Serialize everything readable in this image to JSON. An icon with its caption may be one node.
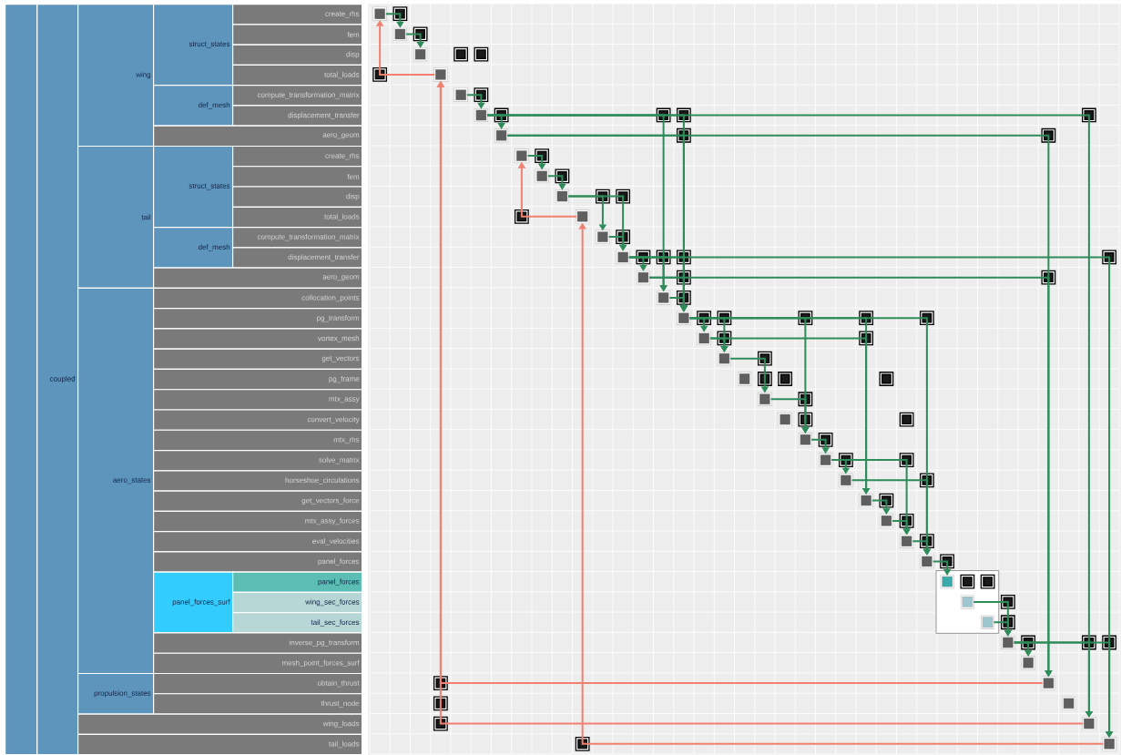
{
  "diagram": {
    "nodes": [
      {
        "text": [
          "coupled"
        ]
      },
      {
        "text": [
          "wing"
        ]
      },
      {
        "text": [
          "struct_states"
        ]
      },
      {
        "text": [
          "create_rhs"
        ]
      },
      {
        "text": [
          "fem"
        ]
      },
      {
        "text": [
          "disp"
        ]
      },
      {
        "text": [
          "total_loads"
        ]
      },
      {
        "text": [
          "def_mesh"
        ]
      },
      {
        "text": [
          "compute_transformation_matrix"
        ]
      },
      {
        "text": [
          "displacement_transfer"
        ]
      },
      {
        "text": [
          "aero_geom"
        ]
      },
      {
        "text": [
          "tail"
        ]
      },
      {
        "text": [
          "struct_states"
        ]
      },
      {
        "text": [
          "create_rhs"
        ]
      },
      {
        "text": [
          "fem"
        ]
      },
      {
        "text": [
          "disp"
        ]
      },
      {
        "text": [
          "total_loads"
        ]
      },
      {
        "text": [
          "def_mesh"
        ]
      },
      {
        "text": [
          "compute_transformation_matrix"
        ]
      },
      {
        "text": [
          "displacement_transfer"
        ]
      },
      {
        "text": [
          "aero_geom"
        ]
      },
      {
        "text": [
          "aero_states"
        ]
      },
      {
        "text": [
          "collocation_points"
        ]
      },
      {
        "text": [
          "pg_transform"
        ]
      },
      {
        "text": [
          "vortex_mesh"
        ]
      },
      {
        "text": [
          "get_vectors"
        ]
      },
      {
        "text": [
          "pg_frame"
        ]
      },
      {
        "text": [
          "mtx_assy"
        ]
      },
      {
        "text": [
          "convert_velocity"
        ]
      },
      {
        "text": [
          "mtx_rhs"
        ]
      },
      {
        "text": [
          "solve_matrix"
        ]
      },
      {
        "text": [
          "horseshoe_circulations"
        ]
      },
      {
        "text": [
          "get_vectors_force"
        ]
      },
      {
        "text": [
          "mtx_assy_forces"
        ]
      },
      {
        "text": [
          "eval_velocities"
        ]
      },
      {
        "text": [
          "panel_forces"
        ]
      },
      {
        "text": [
          "panel_forces_surf"
        ]
      },
      {
        "text": [
          "panel_forces"
        ]
      },
      {
        "text": [
          "wing_sec_forces"
        ]
      },
      {
        "text": [
          "tail_sec_forces"
        ]
      },
      {
        "text": [
          "inverse_pg_transform"
        ]
      },
      {
        "text": [
          "mesh_point_forces_surf"
        ]
      },
      {
        "text": [
          "propulsion_states"
        ]
      },
      {
        "text": [
          "obtain_thrust"
        ]
      },
      {
        "text": [
          "thrust_node"
        ]
      },
      {
        "text": [
          "wing_loads"
        ]
      },
      {
        "text": [
          "tail_loads"
        ]
      },
      {
        "text": [],
        "shape": "box"
      },
      {
        "text": [],
        "shape": "box"
      },
      {
        "text": [],
        "shape": "box"
      },
      {
        "text": [],
        "shape": "box"
      },
      {
        "text": [],
        "shape": "box"
      },
      {
        "text": [],
        "shape": "box"
      },
      {
        "text": [],
        "shape": "box"
      },
      {
        "text": [],
        "shape": "box"
      },
      {
        "text": [],
        "shape": "box"
      },
      {
        "text": [],
        "shape": "box"
      },
      {
        "text": [],
        "shape": "box"
      },
      {
        "text": [],
        "shape": "box"
      },
      {
        "text": [],
        "shape": "box"
      },
      {
        "text": [],
        "shape": "box"
      },
      {
        "text": [],
        "shape": "box"
      },
      {
        "text": [],
        "shape": "box"
      },
      {
        "text": [],
        "shape": "box"
      },
      {
        "text": [],
        "shape": "box"
      },
      {
        "text": [],
        "shape": "box"
      },
      {
        "text": [],
        "shape": "box"
      },
      {
        "text": [],
        "shape": "box"
      },
      {
        "text": [],
        "shape": "box"
      },
      {
        "text": [],
        "shape": "box"
      },
      {
        "text": [],
        "shape": "box"
      },
      {
        "text": [],
        "shape": "box"
      },
      {
        "text": [],
        "shape": "box"
      },
      {
        "text": [],
        "shape": "box"
      },
      {
        "text": [],
        "shape": "box"
      },
      {
        "text": [],
        "shape": "box"
      },
      {
        "text": [],
        "shape": "box"
      },
      {
        "text": [],
        "shape": "box"
      },
      {
        "text": [],
        "shape": "box"
      },
      {
        "text": [],
        "shape": "box"
      },
      {
        "text": [],
        "shape": "box"
      },
      {
        "text": [],
        "shape": "box"
      },
      {
        "text": [],
        "shape": "box"
      },
      {
        "text": [],
        "shape": "box"
      },
      {
        "text": [],
        "shape": "box"
      }
    ],
    "edges": [
      {
        "from": 47,
        "to": 48,
        "arrow": "to"
      },
      {
        "from": 48,
        "to": 49,
        "arrow": "to"
      },
      {
        "from": 50,
        "to": 47,
        "arrow": "to",
        "color": "#f08070"
      },
      {
        "from": 51,
        "to": 52,
        "arrow": "to"
      },
      {
        "from": 52,
        "to": 53,
        "arrow": "to"
      },
      {
        "from": 52,
        "to": 61,
        "arrow": "to"
      },
      {
        "from": 52,
        "to": 62,
        "arrow": "to"
      },
      {
        "from": 52,
        "to": 82,
        "arrow": "to"
      },
      {
        "from": 53,
        "to": 62,
        "arrow": "to"
      },
      {
        "from": 53,
        "to": 80,
        "arrow": "to"
      },
      {
        "from": 54,
        "to": 55,
        "arrow": "to"
      },
      {
        "from": 55,
        "to": 56,
        "arrow": "to"
      },
      {
        "from": 56,
        "to": 58,
        "arrow": "to"
      },
      {
        "from": 56,
        "to": 59,
        "arrow": "to"
      },
      {
        "from": 57,
        "to": 54,
        "arrow": "to",
        "color": "#f08070"
      },
      {
        "from": 58,
        "to": 59,
        "arrow": "to"
      },
      {
        "from": 59,
        "to": 60,
        "arrow": "to"
      },
      {
        "from": 59,
        "to": 61,
        "arrow": "to"
      },
      {
        "from": 59,
        "to": 62,
        "arrow": "to"
      },
      {
        "from": 59,
        "to": 83,
        "arrow": "to"
      },
      {
        "from": 60,
        "to": 62,
        "arrow": "to"
      },
      {
        "from": 60,
        "to": 80,
        "arrow": "to"
      },
      {
        "from": 61,
        "to": 62,
        "arrow": "to"
      },
      {
        "from": 62,
        "to": 63,
        "arrow": "to"
      },
      {
        "from": 62,
        "to": 64,
        "arrow": "to"
      },
      {
        "from": 62,
        "to": 68,
        "arrow": "to"
      },
      {
        "from": 62,
        "to": 71,
        "arrow": "to"
      },
      {
        "from": 62,
        "to": 74,
        "arrow": "to"
      },
      {
        "from": 63,
        "to": 64,
        "arrow": "to"
      },
      {
        "from": 63,
        "to": 71,
        "arrow": "to"
      },
      {
        "from": 64,
        "to": 66,
        "arrow": "to"
      },
      {
        "from": 66,
        "to": 68,
        "arrow": "to"
      },
      {
        "from": 68,
        "to": 69,
        "arrow": "to"
      },
      {
        "from": 69,
        "to": 70,
        "arrow": "to"
      },
      {
        "from": 69,
        "to": 73,
        "arrow": "to"
      },
      {
        "from": 70,
        "to": 74,
        "arrow": "to"
      },
      {
        "from": 71,
        "to": 72,
        "arrow": "to"
      },
      {
        "from": 72,
        "to": 73,
        "arrow": "to"
      },
      {
        "from": 73,
        "to": 74,
        "arrow": "to"
      },
      {
        "from": 74,
        "to": 75,
        "arrow": "to"
      },
      {
        "from": 76,
        "to": 78,
        "arrow": "to"
      },
      {
        "from": 77,
        "to": 78,
        "arrow": "to"
      },
      {
        "from": 78,
        "to": 79,
        "arrow": "to"
      },
      {
        "from": 78,
        "to": 82,
        "arrow": "to"
      },
      {
        "from": 78,
        "to": 83,
        "arrow": "to"
      },
      {
        "from": 80,
        "to": 50,
        "arrow": "to",
        "color": "#f08070"
      },
      {
        "from": 82,
        "to": 50,
        "arrow": "to",
        "color": "#f08070"
      },
      {
        "from": 83,
        "to": 57,
        "arrow": "to",
        "color": "#f08070"
      }
    ]
  }
}
